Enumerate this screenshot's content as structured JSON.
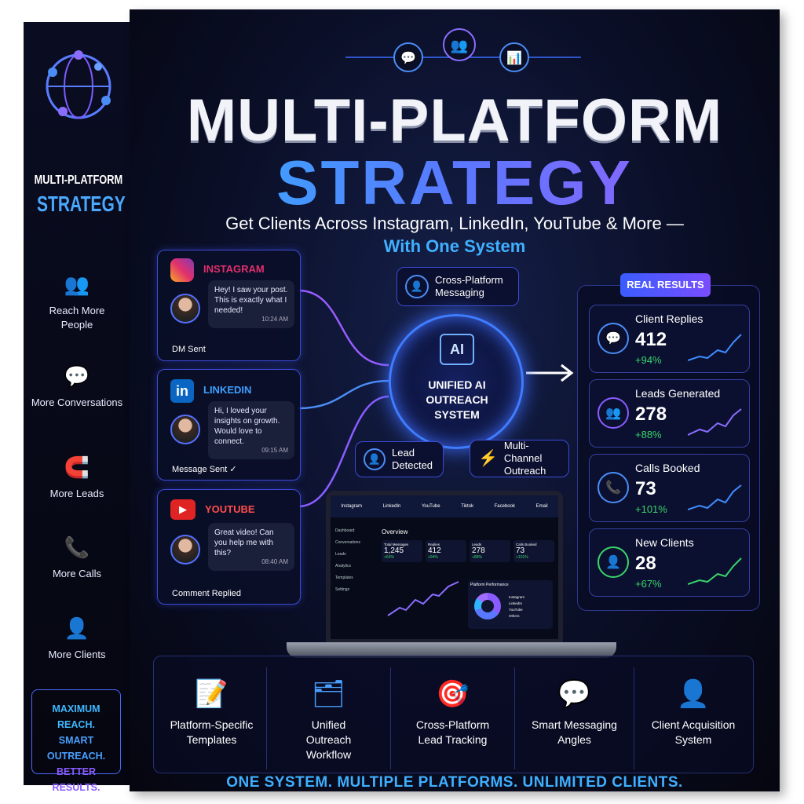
{
  "side": {
    "title_line1": "MULTI-PLATFORM",
    "title_line2": "STRATEGY",
    "items": [
      {
        "label": "Reach More People",
        "icon": "people-icon"
      },
      {
        "label": "More Conversations",
        "icon": "chat-icon"
      },
      {
        "label": "More Leads",
        "icon": "magnet-icon"
      },
      {
        "label": "More Calls",
        "icon": "phone-chart-icon"
      },
      {
        "label": "More Clients",
        "icon": "user-star-icon"
      }
    ],
    "tagline": [
      "MAXIMUM REACH.",
      "SMART OUTREACH.",
      "BETTER RESULTS."
    ]
  },
  "header": {
    "title_line1": "MULTI-PLATFORM",
    "title_line2": "STRATEGY",
    "subtitle": "Get Clients Across Instagram, LinkedIn, YouTube & More —",
    "subtitle2": "With One System"
  },
  "platforms": [
    {
      "name": "INSTAGRAM",
      "message": "Hey! I saw your post. This is exactly what I needed!",
      "time": "10:24 AM",
      "status": "DM Sent",
      "color": "#e1306c"
    },
    {
      "name": "LINKEDIN",
      "message": "Hi, I loved your insights on growth. Would love to connect.",
      "time": "09:15 AM",
      "status": "Message Sent ✓",
      "color": "#0a66c2"
    },
    {
      "name": "YOUTUBE",
      "message": "Great video! Can you help me with this?",
      "time": "08:40 AM",
      "status": "Comment Replied",
      "color": "#e02424"
    }
  ],
  "center": {
    "chip": "AI",
    "title": "UNIFIED AI OUTREACH SYSTEM",
    "cross_platform": "Cross-Platform Messaging",
    "lead_detected": "Lead Detected",
    "multi_channel": "Multi-Channel Outreach"
  },
  "laptop": {
    "tabs": [
      "Instagram",
      "LinkedIn",
      "YouTube",
      "Tiktok",
      "Facebook",
      "Email"
    ],
    "nav": [
      "Dashboard",
      "Conversations",
      "Leads",
      "Analytics",
      "Templates",
      "Settings"
    ],
    "overview": "Overview",
    "metrics": [
      {
        "label": "Total Messages",
        "value": "1,245",
        "change": "+64%"
      },
      {
        "label": "Replies",
        "value": "412",
        "change": "+94%"
      },
      {
        "label": "Leads",
        "value": "278",
        "change": "+88%"
      },
      {
        "label": "Calls Booked",
        "value": "73",
        "change": "+101%"
      }
    ],
    "performance_title": "Platform Performance",
    "legend": [
      "Instagram",
      "LinkedIn",
      "YouTube",
      "Others"
    ]
  },
  "results": {
    "badge": "REAL RESULTS",
    "items": [
      {
        "label": "Client Replies",
        "value": "412",
        "change": "+94%"
      },
      {
        "label": "Leads Generated",
        "value": "278",
        "change": "+88%"
      },
      {
        "label": "Calls Booked",
        "value": "73",
        "change": "+101%"
      },
      {
        "label": "New Clients",
        "value": "28",
        "change": "+67%"
      }
    ]
  },
  "features": [
    {
      "label": "Platform-Specific Templates",
      "icon": "template-icon"
    },
    {
      "label": "Unified Outreach Workflow",
      "icon": "workflow-icon"
    },
    {
      "label": "Cross-Platform Lead Tracking",
      "icon": "target-icon"
    },
    {
      "label": "Smart Messaging Angles",
      "icon": "chat-icon"
    },
    {
      "label": "Client Acquisition System",
      "icon": "user-check-icon"
    }
  ],
  "footer": "ONE SYSTEM. MULTIPLE PLATFORMS. UNLIMITED CLIENTS."
}
